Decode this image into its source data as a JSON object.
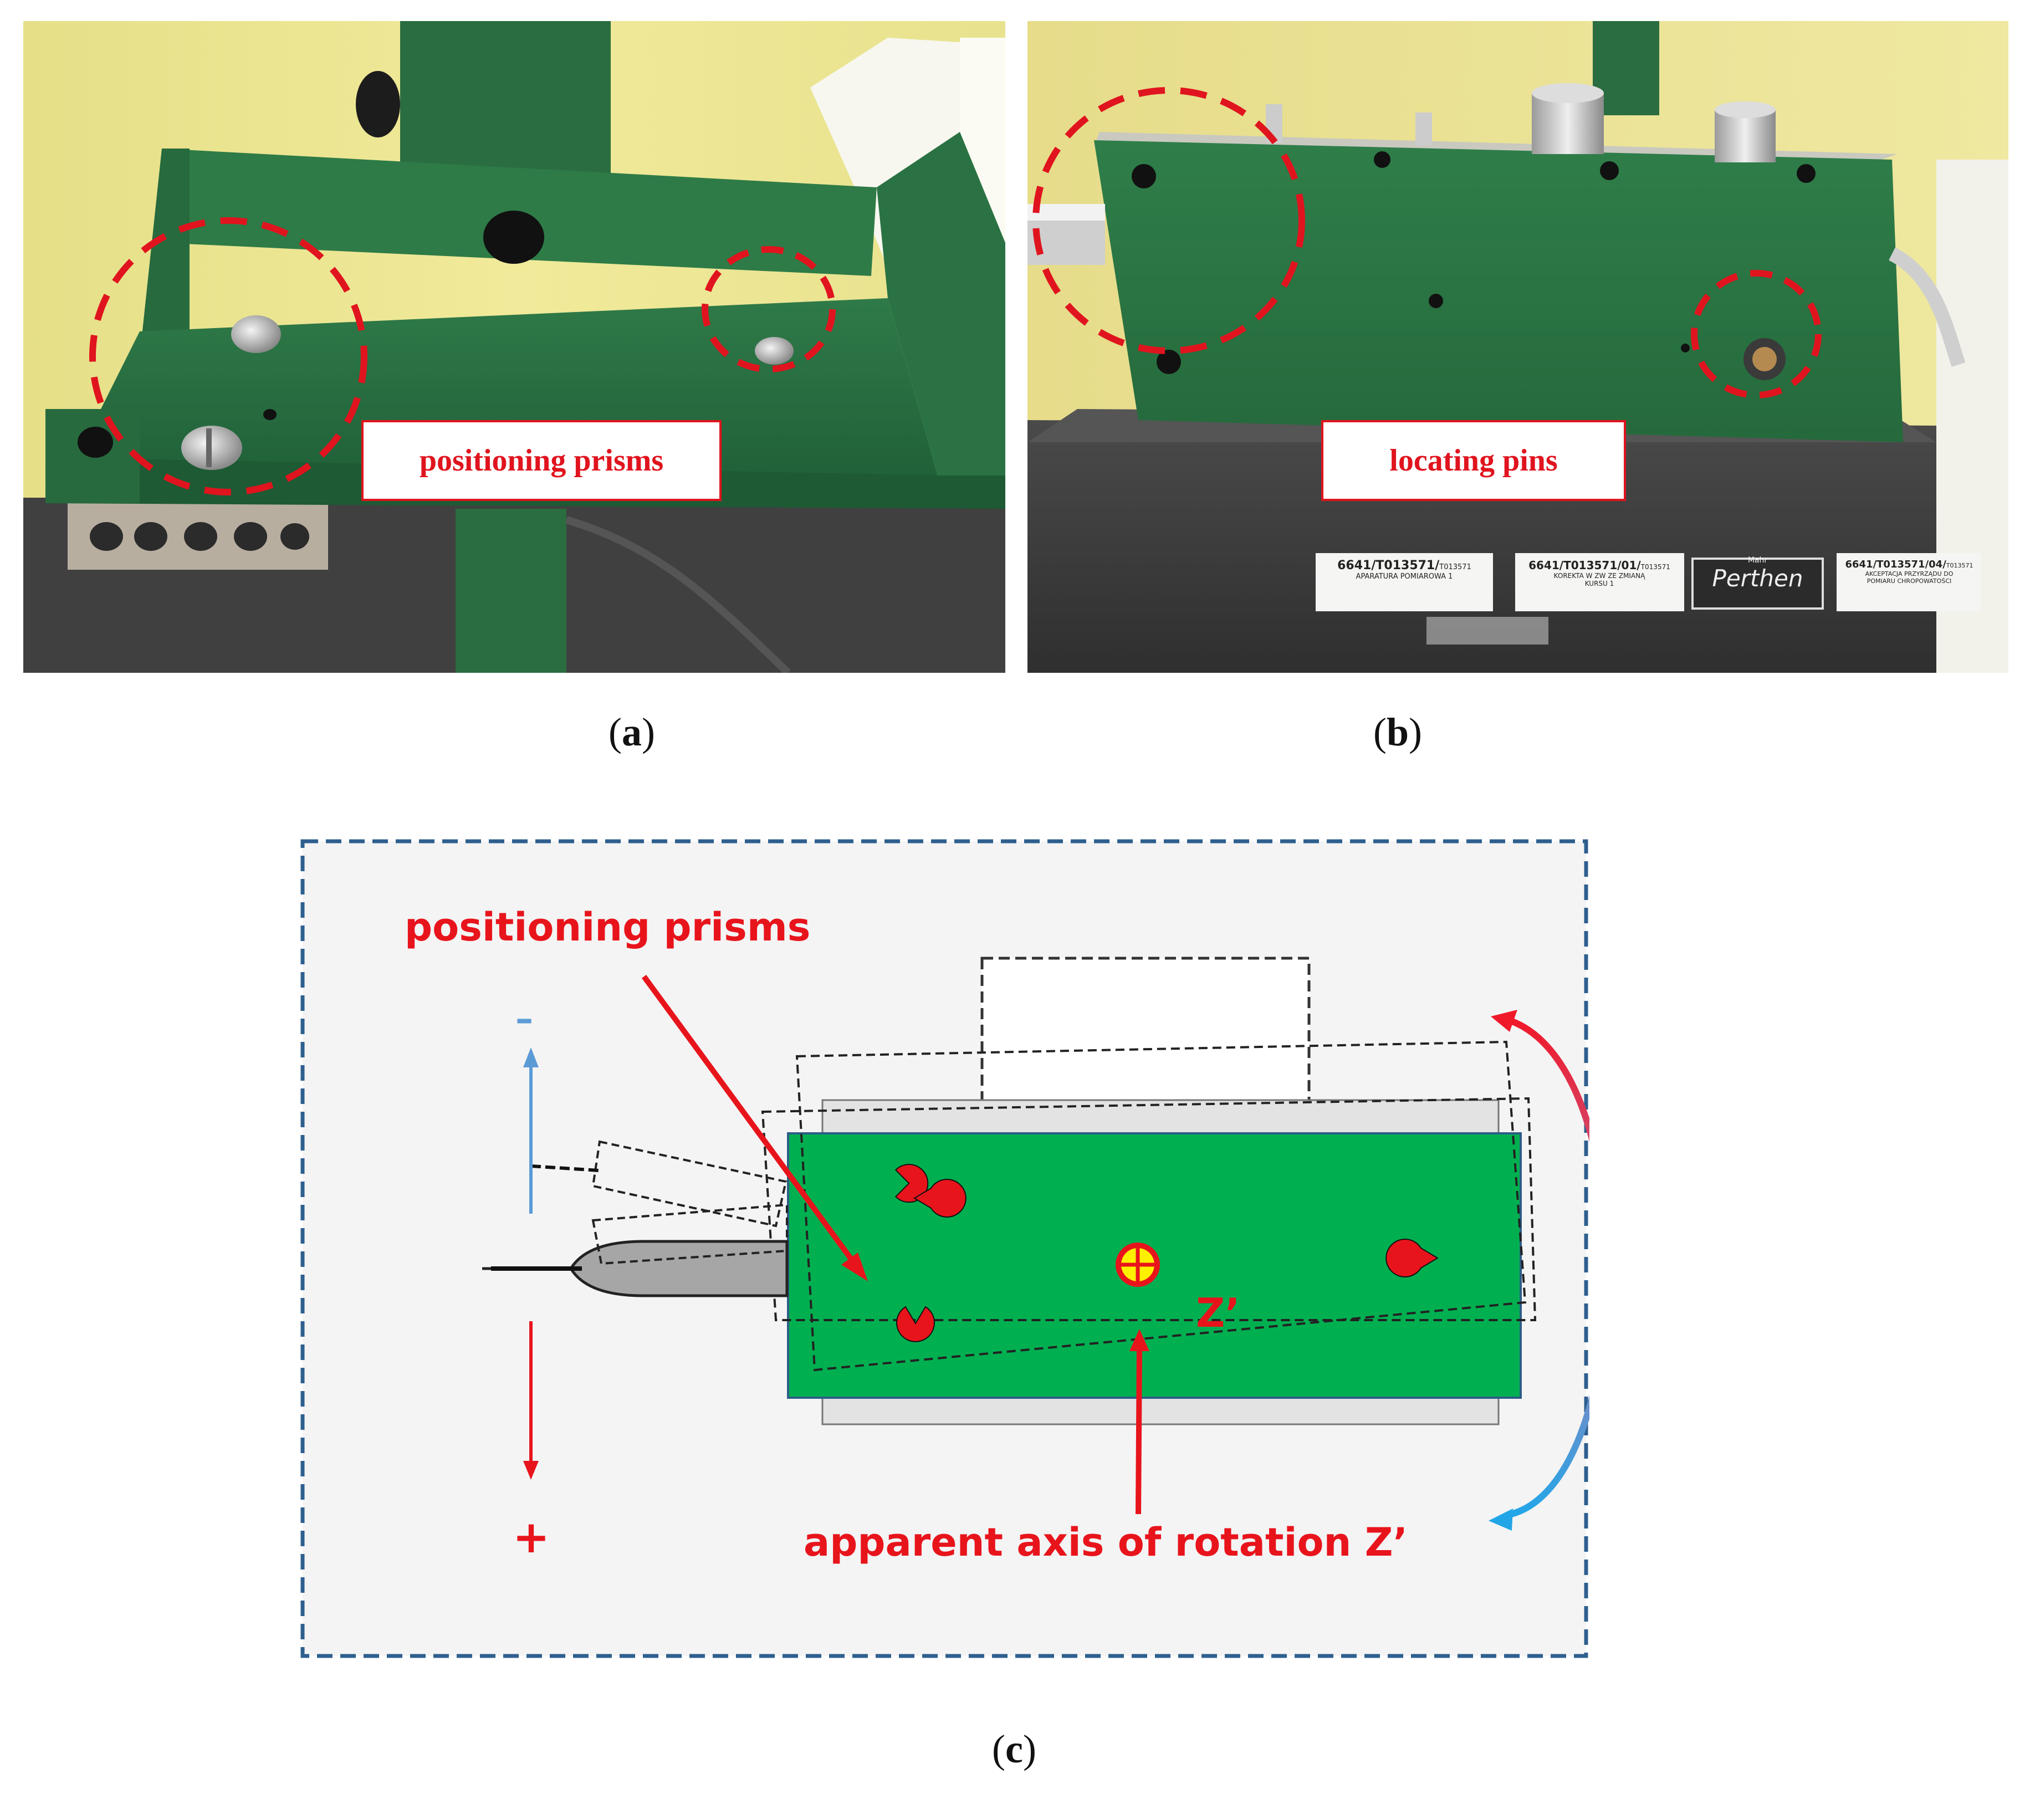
{
  "panel_a": {
    "callout": "positioning prisms",
    "caption_letter": "a"
  },
  "panel_b": {
    "callout": "locating pins",
    "caption_letter": "b",
    "labels": {
      "label1_line1": "6641/T013571/",
      "label1_line1_small": "T013571",
      "label1_line2": "APARATURA POMIAROWA 1",
      "label2_line1": "6641/T013571/01/",
      "label2_line1_small": "T013571",
      "label2_line2": "KOREKTA W ZW ZE ZMIANĄ",
      "label2_line3": "KURSU 1",
      "brand_top": "Mahr",
      "brand": "Perthen",
      "label3_line1": "6641/T013571/04/",
      "label3_line1_small": "T013571",
      "label3_line2": "AKCEPTACJA PRZYRZĄDU DO",
      "label3_line3": "POMIARU CHROPOWATOŚCI"
    }
  },
  "panel_c": {
    "caption_letter": "c",
    "label_prisms": "positioning prisms",
    "label_axis": "apparent axis of rotation Z’",
    "axis_marker": "Z’",
    "minus_sign": "–",
    "plus_sign": "+",
    "colors": {
      "body_green": "#00b050",
      "annotation_red": "#e8141c",
      "frame_blue": "#2e5f8f",
      "arrow_up_blue": "#5b9bd5"
    }
  }
}
